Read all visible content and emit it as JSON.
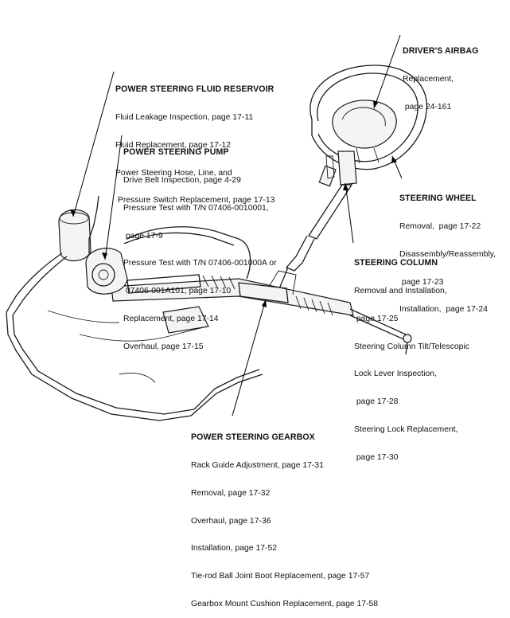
{
  "callouts": {
    "reservoir": {
      "title": "POWER STEERING FLUID RESERVOIR",
      "lines": [
        "Fluid Leakage Inspection, page 17-11",
        "Fluid Replacement, page 17-12",
        "Power Steering Hose, Line, and",
        " Pressure Switch Replacement, page 17-13"
      ]
    },
    "pump": {
      "title": "POWER STEERING PUMP",
      "lines": [
        "Drive Belt Inspection, page 4-29",
        "Pressure Test with T/N 07406-0010001,",
        " page 17-9",
        "Pressure Test with T/N 07406-001000A or",
        " 07406-001A101, page 17-10",
        "Replacement, page 17-14",
        "Overhaul, page 17-15"
      ]
    },
    "airbag": {
      "title": "DRIVER'S AIRBAG",
      "lines": [
        "Replacement,",
        " page 24-161"
      ]
    },
    "wheel": {
      "title": "STEERING WHEEL",
      "lines": [
        "Removal,  page 17-22",
        "Disassembly/Reassembly,",
        " page 17-23",
        "Installation,  page 17-24"
      ]
    },
    "column": {
      "title": "STEERING COLUMN",
      "lines": [
        "Removal and Installation,",
        " page 17-25",
        "Steering Column Tilt/Telescopic",
        "Lock Lever Inspection,",
        " page 17-28",
        "Steering Lock Replacement,",
        " page 17-30"
      ]
    },
    "gearbox": {
      "title": "POWER STEERING GEARBOX",
      "lines": [
        "Rack Guide Adjustment, page 17-31",
        "Removal, page 17-32",
        "Overhaul, page 17-36",
        "Installation, page 17-52",
        "Tie-rod Ball Joint Boot Replacement, page 17-57",
        "Gearbox Mount Cushion Replacement, page 17-58"
      ]
    }
  }
}
